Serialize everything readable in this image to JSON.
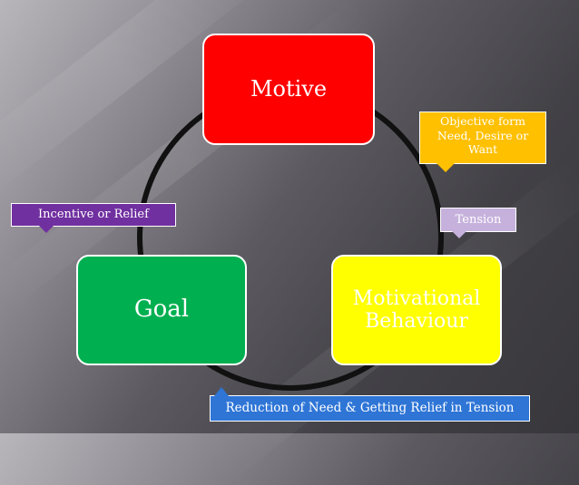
{
  "diagram": {
    "nodes": {
      "motive": {
        "label": "Motive",
        "color": "#ff0000"
      },
      "behaviour": {
        "label": "Motivational Behaviour",
        "color": "#ffff00"
      },
      "goal": {
        "label": "Goal",
        "color": "#00b050"
      }
    },
    "cycle_color": "#111111",
    "callouts": {
      "objective": {
        "label": "Objective form Need, Desire or Want",
        "color": "#ffc000"
      },
      "tension": {
        "label": "Tension",
        "color": "#c6b1dc"
      },
      "incentive": {
        "label": "Incentive or Relief",
        "color": "#7030a0"
      },
      "reduction": {
        "label": "Reduction of Need & Getting Relief in Tension",
        "color": "#2e75d6"
      }
    }
  }
}
